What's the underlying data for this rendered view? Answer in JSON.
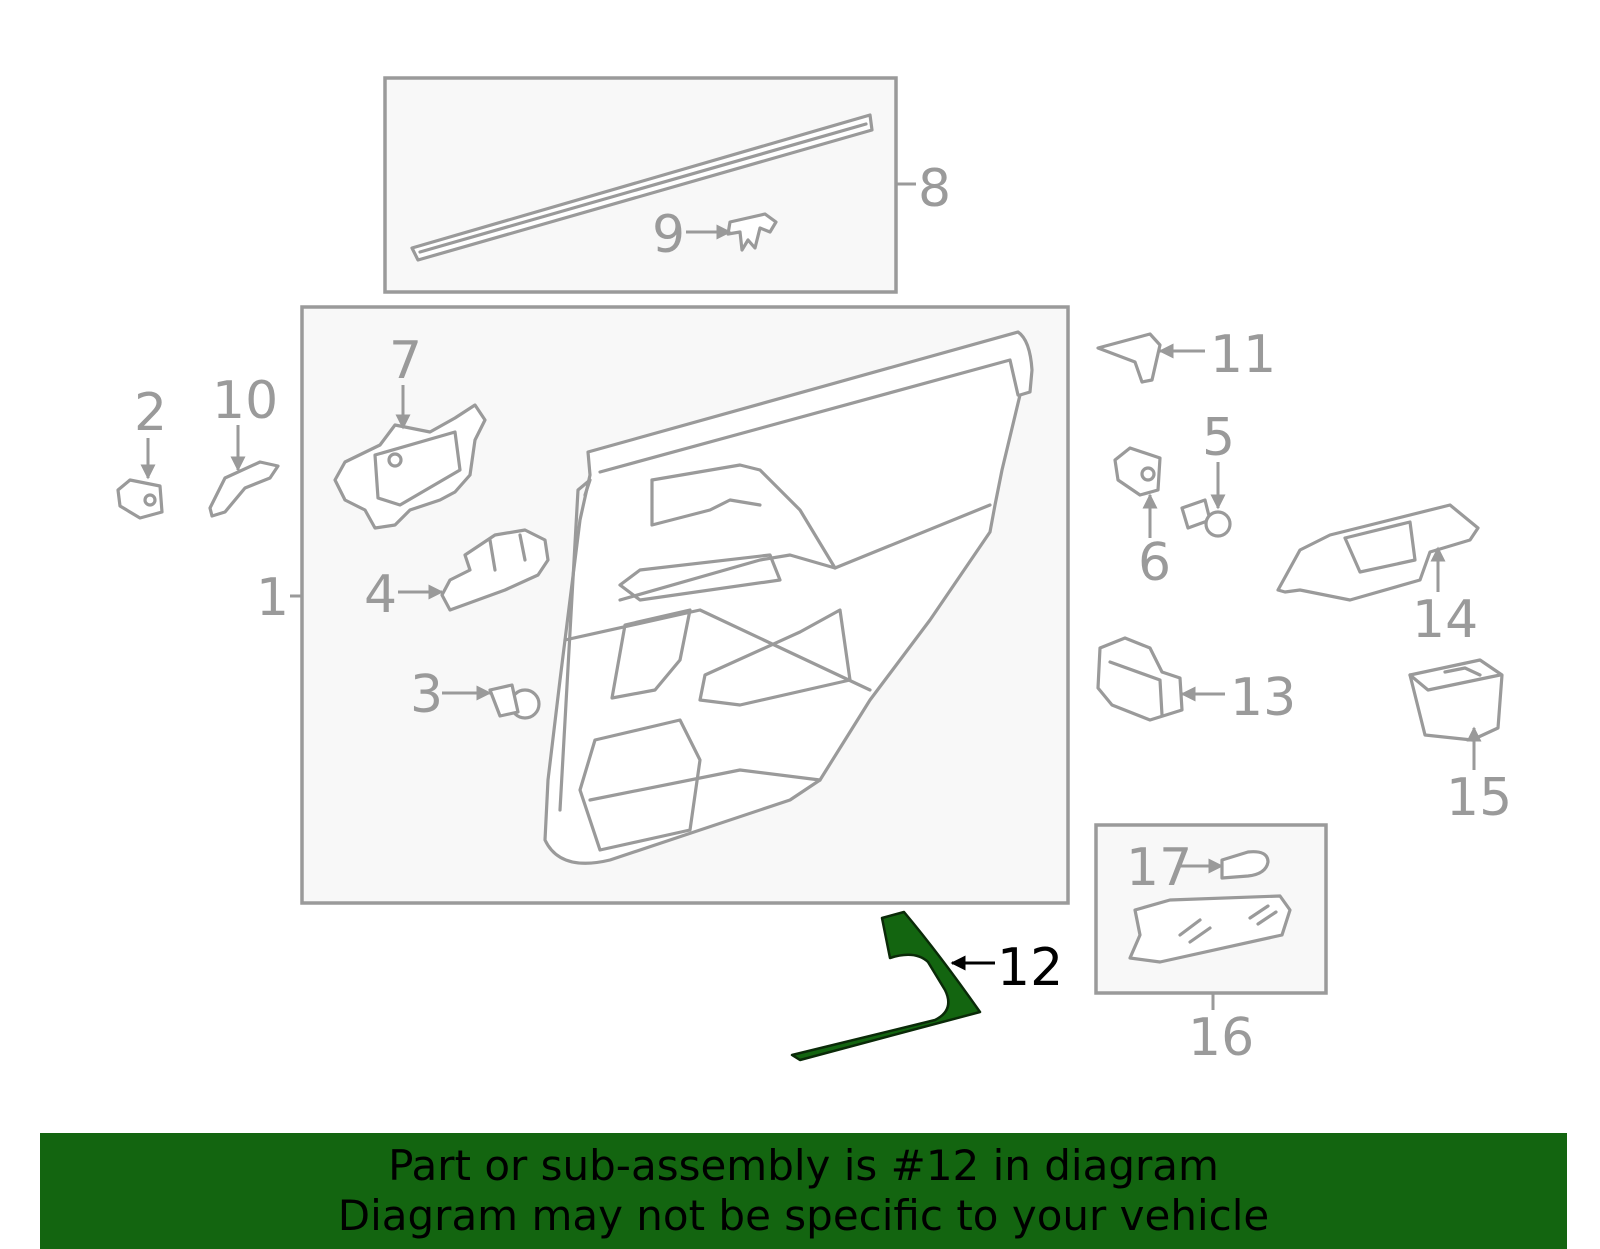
{
  "highlight_color": "#136510",
  "line_color": "#9a9a9a",
  "callouts": {
    "c1": "1",
    "c2": "2",
    "c3": "3",
    "c4": "4",
    "c5": "5",
    "c6": "6",
    "c7": "7",
    "c8": "8",
    "c9": "9",
    "c10": "10",
    "c11": "11",
    "c12": "12",
    "c13": "13",
    "c14": "14",
    "c15": "15",
    "c16": "16",
    "c17": "17"
  },
  "banner": {
    "line1": "Part or sub-assembly is #12 in diagram",
    "line2": "Diagram may not be specific to your vehicle"
  }
}
